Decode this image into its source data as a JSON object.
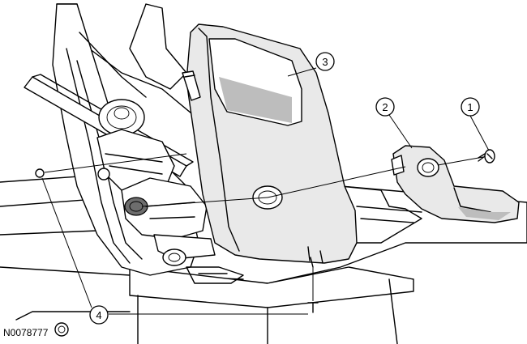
{
  "figure": {
    "id": "N0078777"
  },
  "callouts": [
    {
      "label": "1"
    },
    {
      "label": "2"
    },
    {
      "label": "3"
    },
    {
      "label": "4"
    }
  ]
}
